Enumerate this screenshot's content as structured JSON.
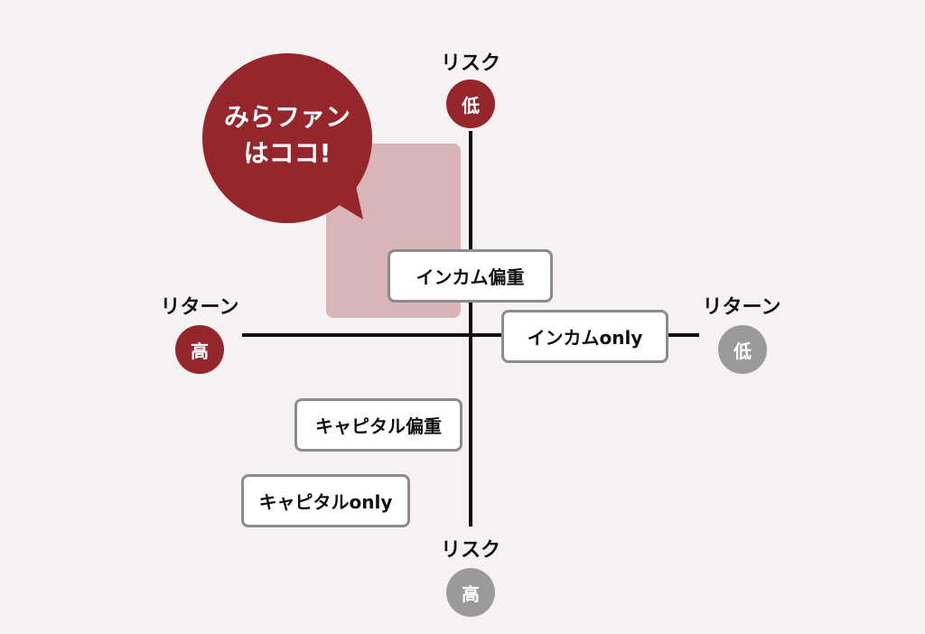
{
  "axes": {
    "top": {
      "label": "リスク",
      "badge": "低"
    },
    "bottom": {
      "label": "リスク",
      "badge": "高"
    },
    "left": {
      "label": "リターン",
      "badge": "高"
    },
    "right": {
      "label": "リターン",
      "badge": "低"
    }
  },
  "callout": {
    "line1": "みらファン",
    "line2": "はココ!"
  },
  "items": [
    {
      "label": "インカム偏重"
    },
    {
      "label": "インカムonly"
    },
    {
      "label": "キャピタル偏重"
    },
    {
      "label": "キャピタルonly"
    }
  ],
  "colors": {
    "accent": "#95262c",
    "muted": "#9a9a9a",
    "zone": "#d9b5b8",
    "background": "#f6f2f3",
    "box_border": "#8c8c8c"
  }
}
